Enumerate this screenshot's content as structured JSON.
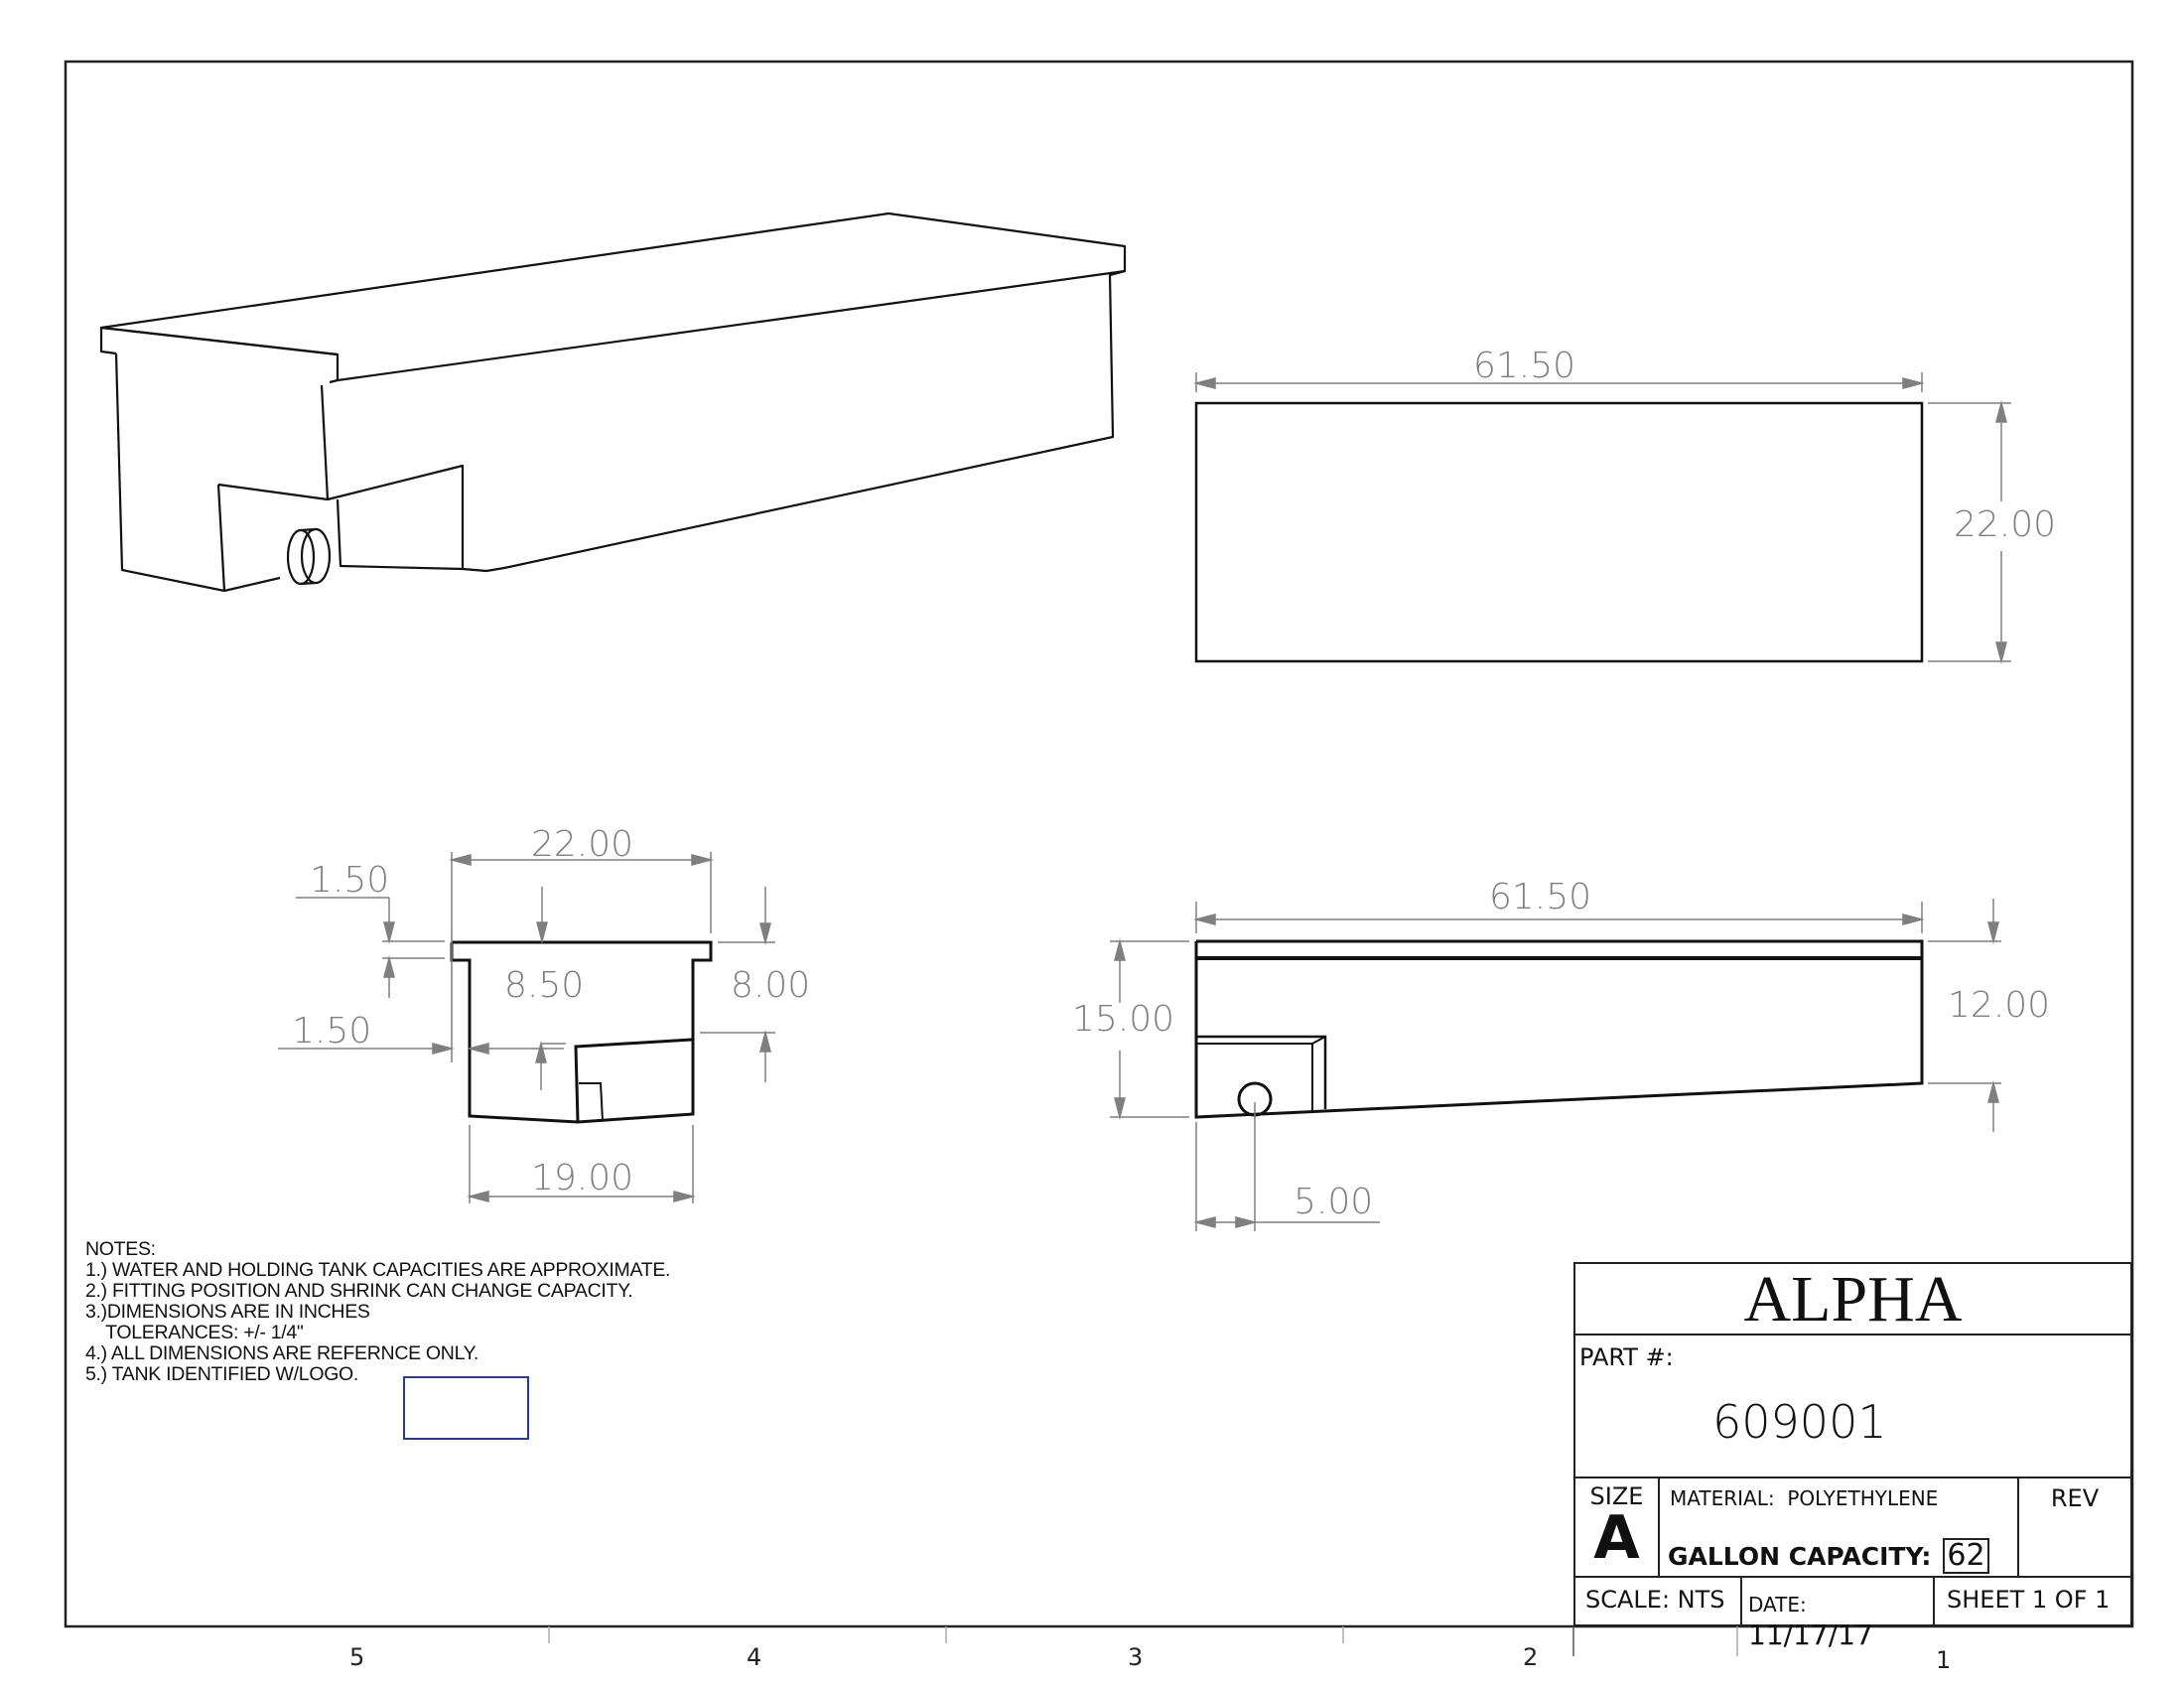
{
  "drawing": {
    "title_block": {
      "company": "ALPHA",
      "part_label": "PART #:",
      "part_number": "609001",
      "size_label": "SIZE",
      "size_value": "A",
      "material_label": "MATERIAL:",
      "material_value": "POLYETHYLENE",
      "gallon_label": "GALLON CAPACITY:",
      "gallon_value": "62",
      "rev_label": "REV",
      "scale_text": "SCALE: NTS",
      "date_label": "DATE:",
      "date_value": "11/17/17",
      "sheet_text": "SHEET 1 OF 1"
    },
    "notes": {
      "heading": "NOTES:",
      "lines": [
        "1.) WATER AND HOLDING TANK CAPACITIES ARE APPROXIMATE.",
        "2.) FITTING POSITION AND SHRINK CAN CHANGE CAPACITY.",
        "3.)DIMENSIONS ARE IN INCHES",
        "    TOLERANCES: +/- 1/4\"",
        "4.) ALL DIMENSIONS ARE REFERNCE ONLY.",
        "5.) TANK IDENTIFIED W/LOGO."
      ]
    },
    "top_view": {
      "length": "61.50",
      "width": "22.00"
    },
    "end_view": {
      "top_width": "22.00",
      "bottom_width": "19.00",
      "flange_height": "1.50",
      "flange_offset": "1.50",
      "sump_height": "8.50",
      "right_height": "8.00"
    },
    "side_view": {
      "length": "61.50",
      "height_left": "15.00",
      "height_right": "12.00",
      "fitting_offset": "5.00"
    },
    "zones": [
      "5",
      "4",
      "3",
      "2",
      "1"
    ],
    "colors": {
      "line": "#111111",
      "dimension": "#7f7f7f",
      "logo_box": "#2a3a9a"
    }
  }
}
